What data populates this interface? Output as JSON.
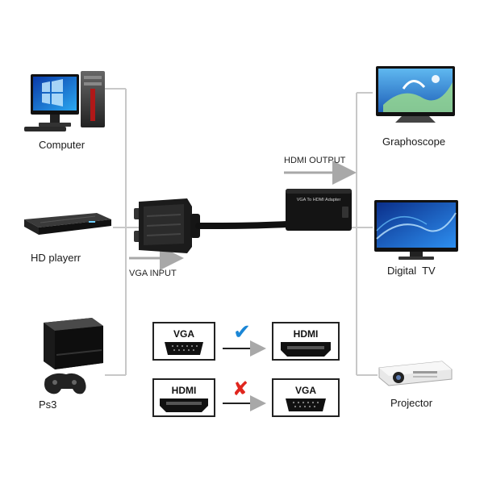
{
  "inputs": {
    "computer": "Computer",
    "hd_player": "HD playerr",
    "ps3": "Ps3"
  },
  "outputs": {
    "graphoscope": "Graphoscope",
    "digital_tv": "Digital  TV",
    "projector": "Projector"
  },
  "signals": {
    "hdmi_output": "HDMI OUTPUT",
    "vga_input": "VGA INPUT"
  },
  "adapter": {
    "label": "VGA To HDMI Adapter"
  },
  "compatibility": [
    {
      "from": "VGA",
      "to": "HDMI",
      "mark": "✔",
      "mark_color": "#1a86d6",
      "supported": true
    },
    {
      "from": "HDMI",
      "to": "VGA",
      "mark": "✘",
      "mark_color": "#e0261e",
      "supported": false
    }
  ],
  "colors": {
    "connector_line": "#c8c8c8",
    "arrow": "#a8a8a8",
    "screen_blue": "#1e6fd8"
  }
}
